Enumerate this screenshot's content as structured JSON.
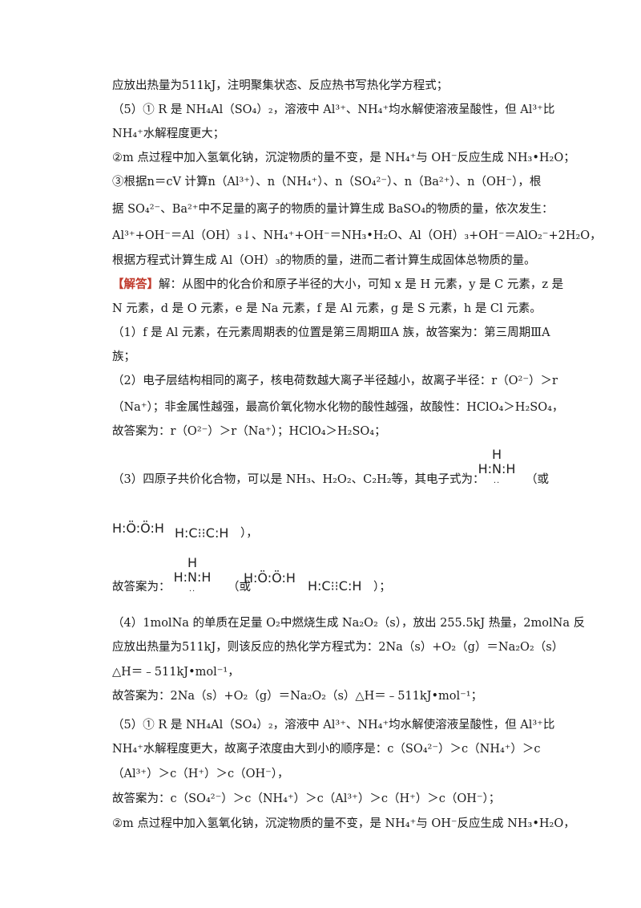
{
  "lines": [
    "应放出热量为511kJ，注明聚集状态、反应热书写热化学方程式；",
    "（5）① R 是 NH₄Al（SO₄）₂，溶液中 Al³⁺、NH₄⁺均水解使溶液呈酸性，但 Al³⁺比",
    "NH₄⁺水解程度更大；",
    "②m 点过程中加入氢氧化钠，沉淀物质的量不变，是 NH₄⁺与 OH⁻反应生成 NH₃•H₂O；",
    "③根据n＝cV 计算n（Al³⁺）、n（NH₄⁺）、n（SO₄²⁻）、n（Ba²⁺）、n（OH⁻），根",
    "据 SO₄²⁻、Ba²⁺中不足量的离子的物质的量计算生成 BaSO₄的物质的量，依次发生：",
    "Al³⁺+OH⁻＝Al（OH）₃↓、NH₄⁺+OH⁻＝NH₃•H₂O、Al（OH）₃+OH⁻＝AlO₂⁻+2H₂O，",
    "根据方程式计算生成 Al（OH）₃的物质的量，进而二者计算生成固体总物质的量。",
    "解：从图中的化合价和原子半径的大小，可知 x 是 H 元素，y 是 C 元素，z 是",
    "N 元素，d 是 O 元素，e 是 Na 元素，f 是 Al 元素，g 是 S 元素，h 是 Cl 元素。",
    "（1）f 是 Al 元素，在元素周期表的位置是第三周期ⅢA 族，故答案为：第三周期ⅢA",
    "族；",
    "（2）电子层结构相同的离子，核电荷数越大离子半径越小，故离子半径：r（O²⁻）＞r",
    "（Na⁺）；非金属性越强，最高价氧化物水化物的酸性越强，故酸性：HClO₄＞H₂SO₄，",
    "故答案为：r（O²⁻）＞r（Na⁺）；HClO₄＞H₂SO₄；",
    "（3）四原子共价化合物，可以是 NH₃、H₂O₂、C₂H₂等，其电子式为：",
    "（或",
    "），",
    "故答案为：",
    "（或",
    "）；",
    "（4）1molNa 的单质在足量 O₂中燃烧生成 Na₂O₂（s），放出 255.5kJ 热量，2molNa 反",
    "应放出热量为511kJ，则该反应的热化学方程式为：2Na（s）+O₂（g）＝Na₂O₂（s）",
    "△H＝﹣511kJ•mol⁻¹，",
    "故答案为：2Na（s）+O₂（g）＝Na₂O₂（s）△H＝﹣511kJ•mol⁻¹；",
    "（5）① R 是 NH₄Al（SO₄）₂，溶液中 Al³⁺、NH₄⁺均水解使溶液呈酸性，但 Al³⁺比",
    "NH₄⁺水解程度更大，故离子浓度由大到小的顺序是：c（SO₄²⁻）＞c（NH₄⁺）＞c",
    "（Al³⁺）＞c（H⁺）＞c（OH⁻），",
    "故答案为：c（SO₄²⁻）＞c（NH₄⁺）＞c（Al³⁺）＞c（H⁺）＞c（OH⁻）；",
    "②m 点过程中加入氢氧化钠，沉淀物质的量不变，是 NH₄⁺与 OH⁻反应生成 NH₃•H₂O，"
  ],
  "answer_tag": "【解答】",
  "formulas": {
    "nh3_top": "H",
    "nh3_mid": "H:N:H",
    "h2o2": "H:Ö:Ö:H",
    "c2h2": "H:C⁝⁝C:H"
  }
}
